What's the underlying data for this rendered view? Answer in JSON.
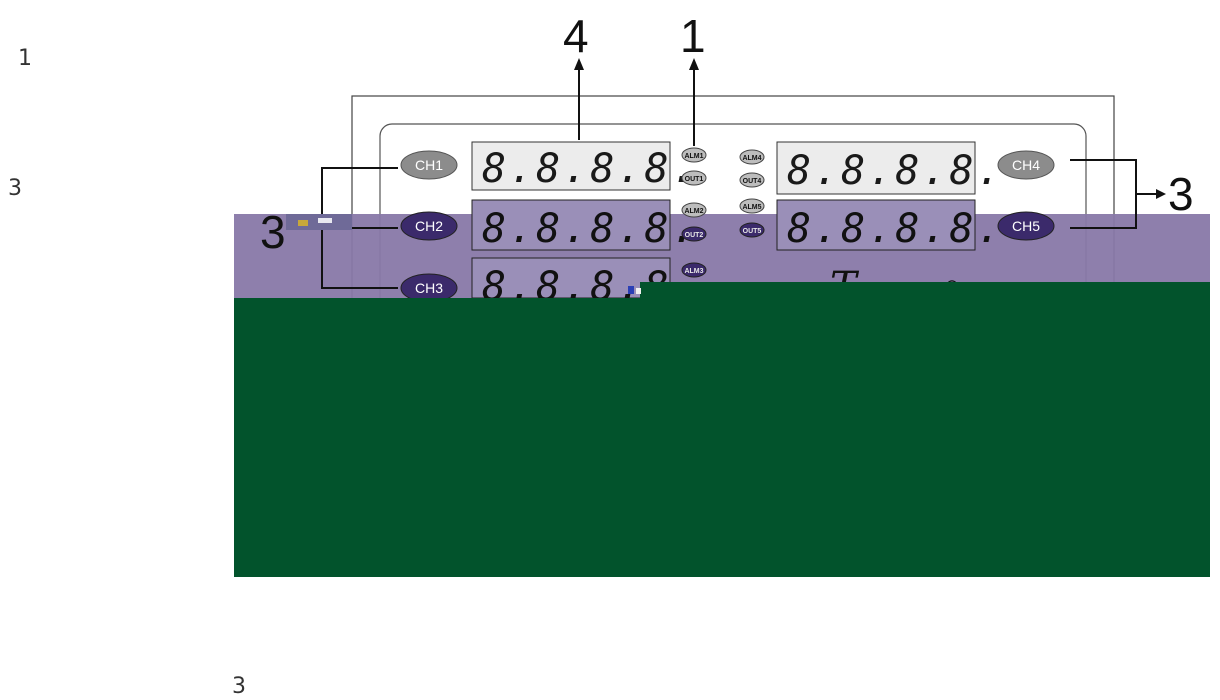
{
  "side_numbers": {
    "top": "1",
    "middle": "3",
    "bottom": "3"
  },
  "callouts": {
    "digits_top": "4",
    "leds_top": "1",
    "left_buttons": "3",
    "right_buttons": "3"
  },
  "channels": {
    "left": [
      {
        "button": "CH1",
        "display": "8.8.8.8.",
        "alm": "ALM1",
        "out": "OUT1"
      },
      {
        "button": "CH2",
        "display": "8.8.8.8.",
        "alm": "ALM2",
        "out": "OUT2"
      },
      {
        "button": "CH3",
        "display": "8.8.8.8.",
        "alm": "ALM3"
      }
    ],
    "right": [
      {
        "button": "CH4",
        "display": "8.8.8.8.",
        "alm": "ALM4",
        "out": "OUT4"
      },
      {
        "button": "CH5",
        "display": "8.8.8.8.",
        "alm": "ALM5",
        "out": "OUT5"
      }
    ]
  },
  "logo": {
    "mark": "T",
    "registered": "®"
  },
  "colors": {
    "purple_band": "#8878a8",
    "green_block": "#02532c",
    "button_dark": "#3b2a6b",
    "button_grey": "#8c8c8c",
    "display_bg": "#ececec"
  }
}
